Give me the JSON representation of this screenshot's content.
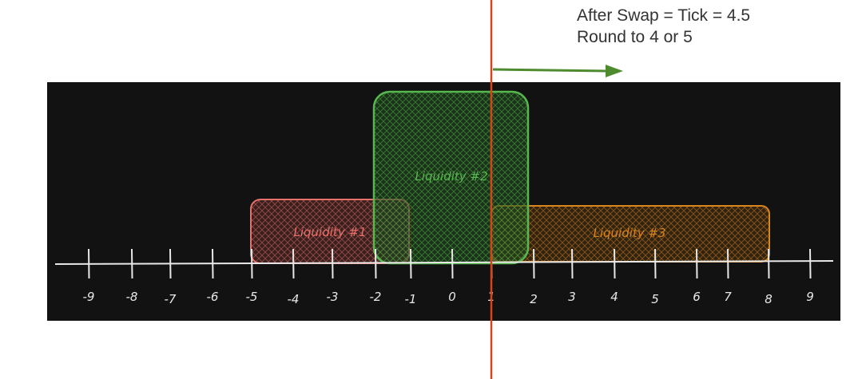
{
  "annotation": {
    "line1": "After Swap = Tick = 4.5",
    "line2": "Round to 4 or 5"
  },
  "axis": {
    "tick_labels": [
      "-9",
      "-8",
      "-7",
      "-6",
      "-5",
      "-4",
      "-3",
      "-2",
      "-1",
      "0",
      "1",
      "2",
      "3",
      "4",
      "5",
      "6",
      "7",
      "8",
      "9"
    ]
  },
  "liquidity_ranges": [
    {
      "label": "Liquidity #1",
      "color": "#e8706a"
    },
    {
      "label": "Liquidity #2",
      "color": "#57b84f"
    },
    {
      "label": "Liquidity #3",
      "color": "#d9841c"
    }
  ],
  "colors": {
    "background_panel": "#121212",
    "current_price_line": "#d7431a",
    "swap_arrow": "#4e8a2e",
    "axis": "#e8e8e8"
  }
}
